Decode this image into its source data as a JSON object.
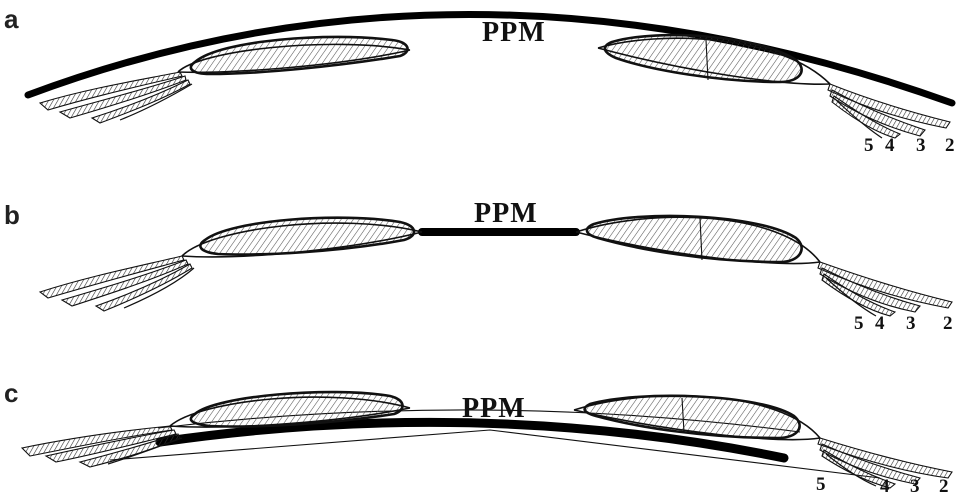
{
  "figure": {
    "panels": [
      {
        "letter": "a",
        "ppm_label": "PPM",
        "fiber_numbers": [
          "5",
          "4",
          "3",
          "2"
        ]
      },
      {
        "letter": "b",
        "ppm_label": "PPM",
        "fiber_numbers": [
          "5",
          "4",
          "3",
          "2"
        ]
      },
      {
        "letter": "c",
        "ppm_label": "PPM",
        "fiber_numbers": [
          "5",
          "4",
          "3",
          "2"
        ]
      }
    ]
  }
}
